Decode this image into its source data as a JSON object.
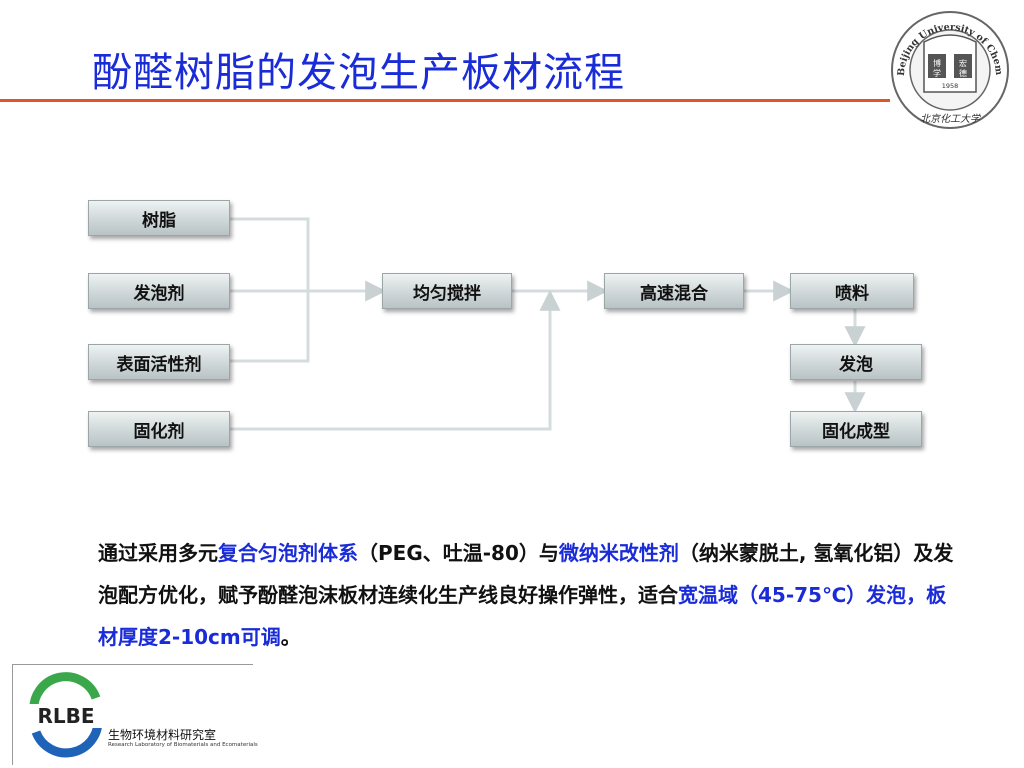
{
  "title": "酚醛树脂的发泡生产板材流程",
  "seal": {
    "ring_text": "Beijing University of Chemical Technology",
    "left_char": "博",
    "left_char2": "学",
    "right_char": "宏",
    "right_char2": "德",
    "year": "1958",
    "bottom_text": "北京化工大学"
  },
  "flow": {
    "inputs": [
      "树脂",
      "发泡剂",
      "表面活性剂",
      "固化剂"
    ],
    "mix": "均匀搅拌",
    "high_speed": "高速混合",
    "spray": "喷料",
    "foam": "发泡",
    "cure": "固化成型"
  },
  "paragraph": {
    "p1": "通过采用多元",
    "h1": "复合匀泡剂体系",
    "p2": "（PEG、吐温-80）与",
    "h2": "微纳米改性剂",
    "p3": "（纳米蒙脱土, 氢氧化铝）及发泡配方优化，赋予酚醛泡沫板材连续化生产线良好操作弹性，适合",
    "h3": "宽温域（45-75℃）发泡，板材厚度2-10cm可调",
    "p4": "。"
  },
  "logo": {
    "abbr": "RLBE",
    "name_cn": "生物环境材料研究室",
    "name_en": "Research Laboratory of Biomaterials and Ecomaterials"
  },
  "colors": {
    "title": "#1a2bd8",
    "rule": "#e0542a",
    "highlight": "#1a2bd8",
    "logo_blue": "#1f63b8",
    "logo_green": "#3aa84a"
  }
}
